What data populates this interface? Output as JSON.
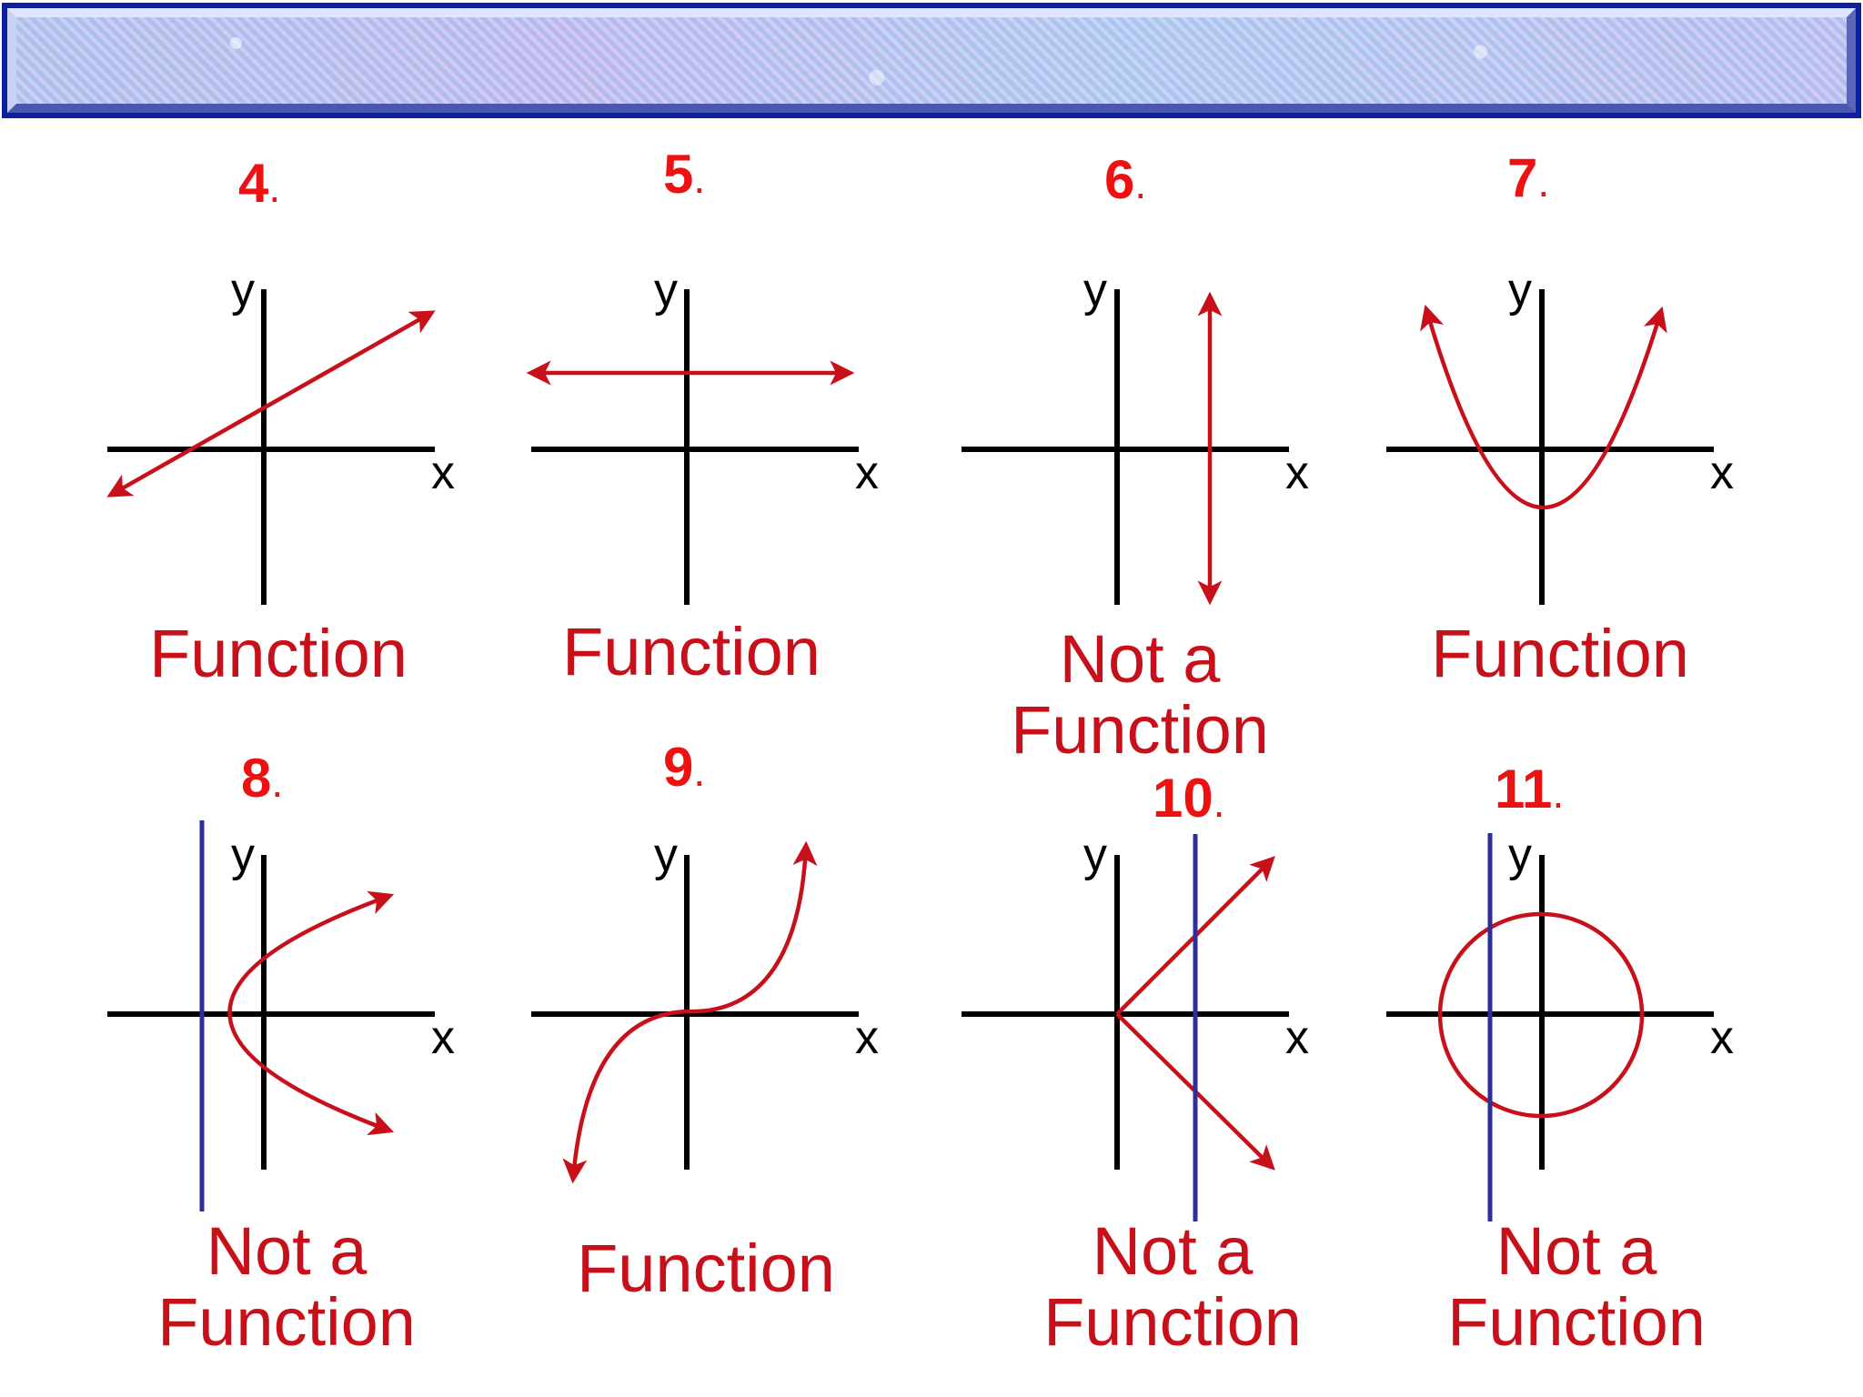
{
  "colors": {
    "curve": "#c8101a",
    "axis": "#000000",
    "vertical_line_test": "#2e2f9b",
    "number": "#ee1111"
  },
  "graphs": [
    {
      "number": "4",
      "label": "Function",
      "kind": "line-oblique"
    },
    {
      "number": "5",
      "label": "Function",
      "kind": "line-horizontal"
    },
    {
      "number": "6",
      "label": "Not a\nFunction",
      "kind": "line-vertical"
    },
    {
      "number": "7",
      "label": "Function",
      "kind": "parabola-up"
    },
    {
      "number": "8",
      "label": "Not a\nFunction",
      "kind": "parabola-sideways"
    },
    {
      "number": "9",
      "label": "Function",
      "kind": "cubic"
    },
    {
      "number": "10",
      "label": "Not a\nFunction",
      "kind": "v-shape-sideways"
    },
    {
      "number": "11",
      "label": "Not a\nFunction",
      "kind": "circle"
    }
  ],
  "axis_labels": {
    "x": "x",
    "y": "y"
  }
}
